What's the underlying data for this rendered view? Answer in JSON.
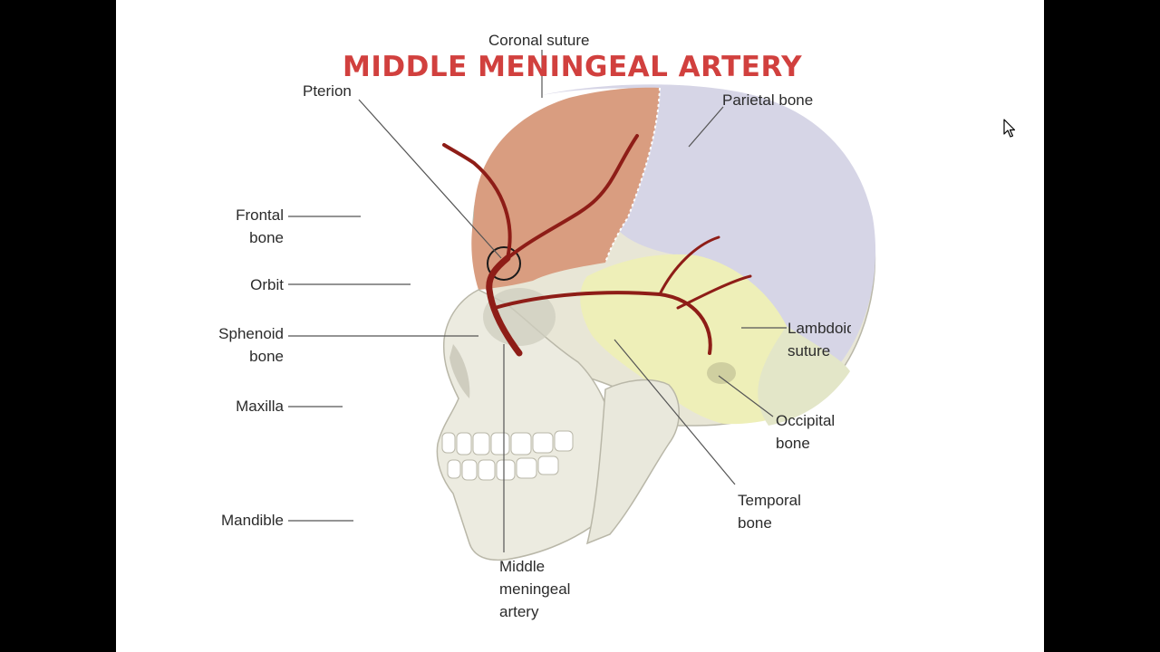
{
  "title": "MIDDLE MENINGEAL ARTERY",
  "labels": {
    "coronal_suture": "Coronal suture",
    "pterion": "Pterion",
    "parietal_bone": "Parietal bone",
    "frontal_bone": [
      "Frontal",
      "bone"
    ],
    "orbit": "Orbit",
    "sphenoid_bone": [
      "Sphenoid",
      "bone"
    ],
    "maxilla": "Maxilla",
    "mandible": "Mandible",
    "lambdoid_suture": [
      "Lambdoid",
      "suture"
    ],
    "occipital_bone": [
      "Occipital",
      "bone"
    ],
    "temporal_bone": [
      "Temporal",
      "bone"
    ],
    "middle_meningeal_artery": [
      "Middle",
      "meningeal",
      "artery"
    ]
  },
  "colors": {
    "title": "#d1403e",
    "frontal_bone": "#d99d80",
    "parietal_bone": "#d6d5e6",
    "temporal_bone": "#eeefb8",
    "skull_base": "#e8e6d6",
    "artery": "#8e1d17"
  },
  "icons": [
    "mouse-pointer-icon"
  ]
}
